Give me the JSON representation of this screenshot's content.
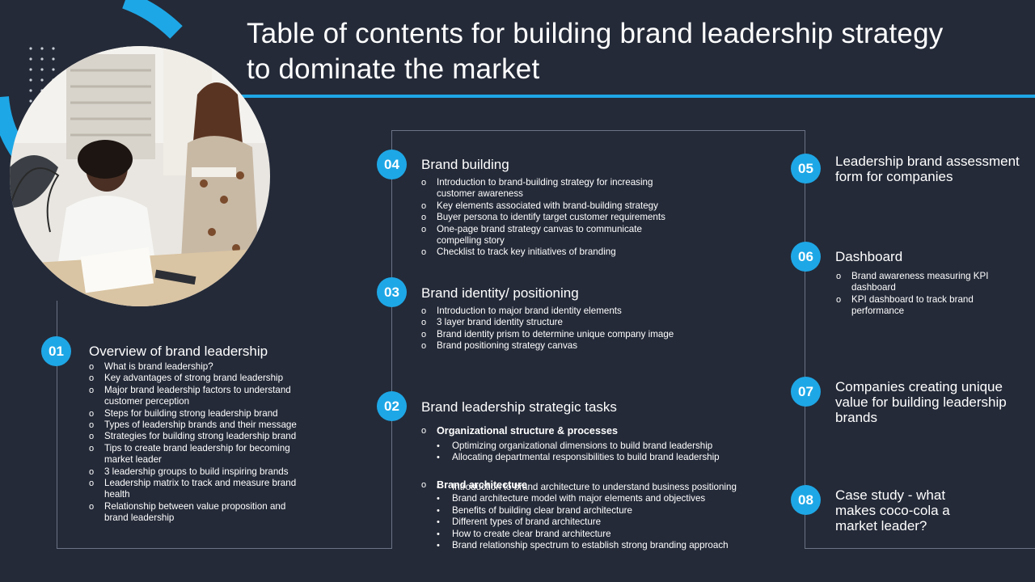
{
  "title": "Table of contents for building brand leadership strategy to dominate the market",
  "colors": {
    "background": "#242a38",
    "accent": "#1ea7e6",
    "line": "#6b7385"
  },
  "sections": {
    "s01": {
      "number": "01",
      "heading": "Overview of brand leadership",
      "items": [
        "What is brand leadership?",
        "Key advantages of strong brand leadership",
        "Major brand leadership factors to understand customer perception",
        "Steps for building strong leadership brand",
        "Types of leadership brands and their message",
        "Strategies for building strong leadership brand",
        "Tips to create brand leadership for becoming market leader",
        "3 leadership groups to build inspiring brands",
        "Leadership matrix to track and measure brand health",
        "Relationship between value proposition and brand leadership"
      ]
    },
    "s02": {
      "number": "02",
      "heading": "Brand leadership strategic tasks",
      "groups": [
        {
          "title": "Organizational structure & processes",
          "items": [
            "Optimizing organizational dimensions to build brand leadership",
            "Allocating departmental responsibilities to build brand leadership"
          ]
        },
        {
          "title": "Brand architecture",
          "items": [
            "Introduction to brand architecture to understand business positioning",
            "Brand architecture model with major elements and objectives",
            "Benefits of building clear brand architecture",
            "Different types of brand architecture",
            "How to create clear brand architecture",
            "Brand relationship spectrum to establish strong branding approach"
          ]
        }
      ]
    },
    "s03": {
      "number": "03",
      "heading": "Brand identity/ positioning",
      "items": [
        "Introduction to major brand identity elements",
        "3 layer brand identity structure",
        "Brand identity prism to determine unique company image",
        "Brand positioning strategy canvas"
      ]
    },
    "s04": {
      "number": "04",
      "heading": "Brand building",
      "items": [
        "Introduction to brand-building strategy for increasing customer awareness",
        "Key elements associated with brand-building strategy",
        "Buyer persona to identify target customer requirements",
        "One-page brand strategy canvas to communicate compelling story",
        "Checklist to track key initiatives of branding"
      ]
    },
    "s05": {
      "number": "05",
      "heading": "Leadership brand assessment form for companies"
    },
    "s06": {
      "number": "06",
      "heading": "Dashboard",
      "items": [
        "Brand awareness measuring KPI dashboard",
        "KPI dashboard to track brand performance"
      ]
    },
    "s07": {
      "number": "07",
      "heading": "Companies creating unique value for building leadership brands"
    },
    "s08": {
      "number": "08",
      "heading": "Case study - what makes coco-cola a market leader?"
    }
  }
}
